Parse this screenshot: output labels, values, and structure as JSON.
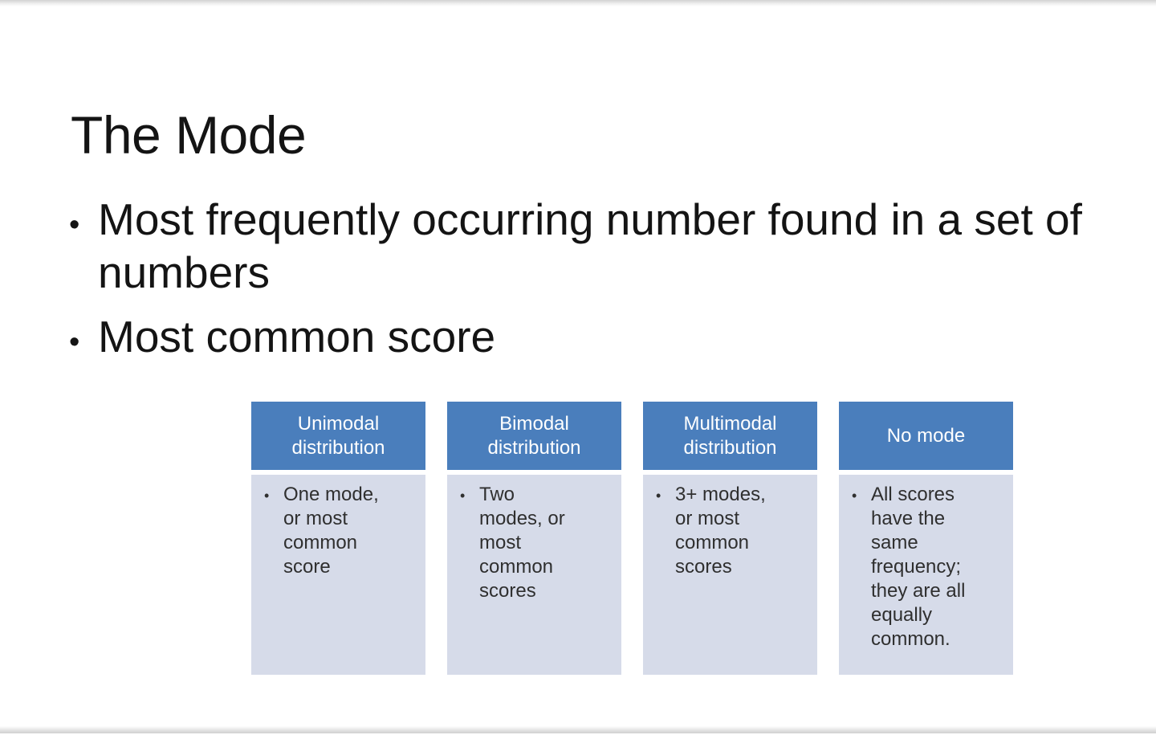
{
  "slide": {
    "title": "The Mode",
    "bullet_glyph": "•",
    "bullets": [
      "Most frequently occurring number found in a set of numbers",
      "Most common score"
    ],
    "columns": [
      {
        "header": "Unimodal distribution",
        "body": "One mode, or most common score"
      },
      {
        "header": "Bimodal distribution",
        "body": "Two modes, or most common scores"
      },
      {
        "header": "Multimodal distribution",
        "body": "3+ modes, or most common scores"
      },
      {
        "header": "No mode",
        "body": "All scores have the same frequency; they are all equally common."
      }
    ],
    "colors": {
      "header_bg": "#4a7ebc",
      "header_text": "#ffffff",
      "body_bg": "#d6dbe9",
      "body_text": "#2f2f2f",
      "slide_text": "#141414",
      "slide_bg": "#ffffff"
    }
  }
}
